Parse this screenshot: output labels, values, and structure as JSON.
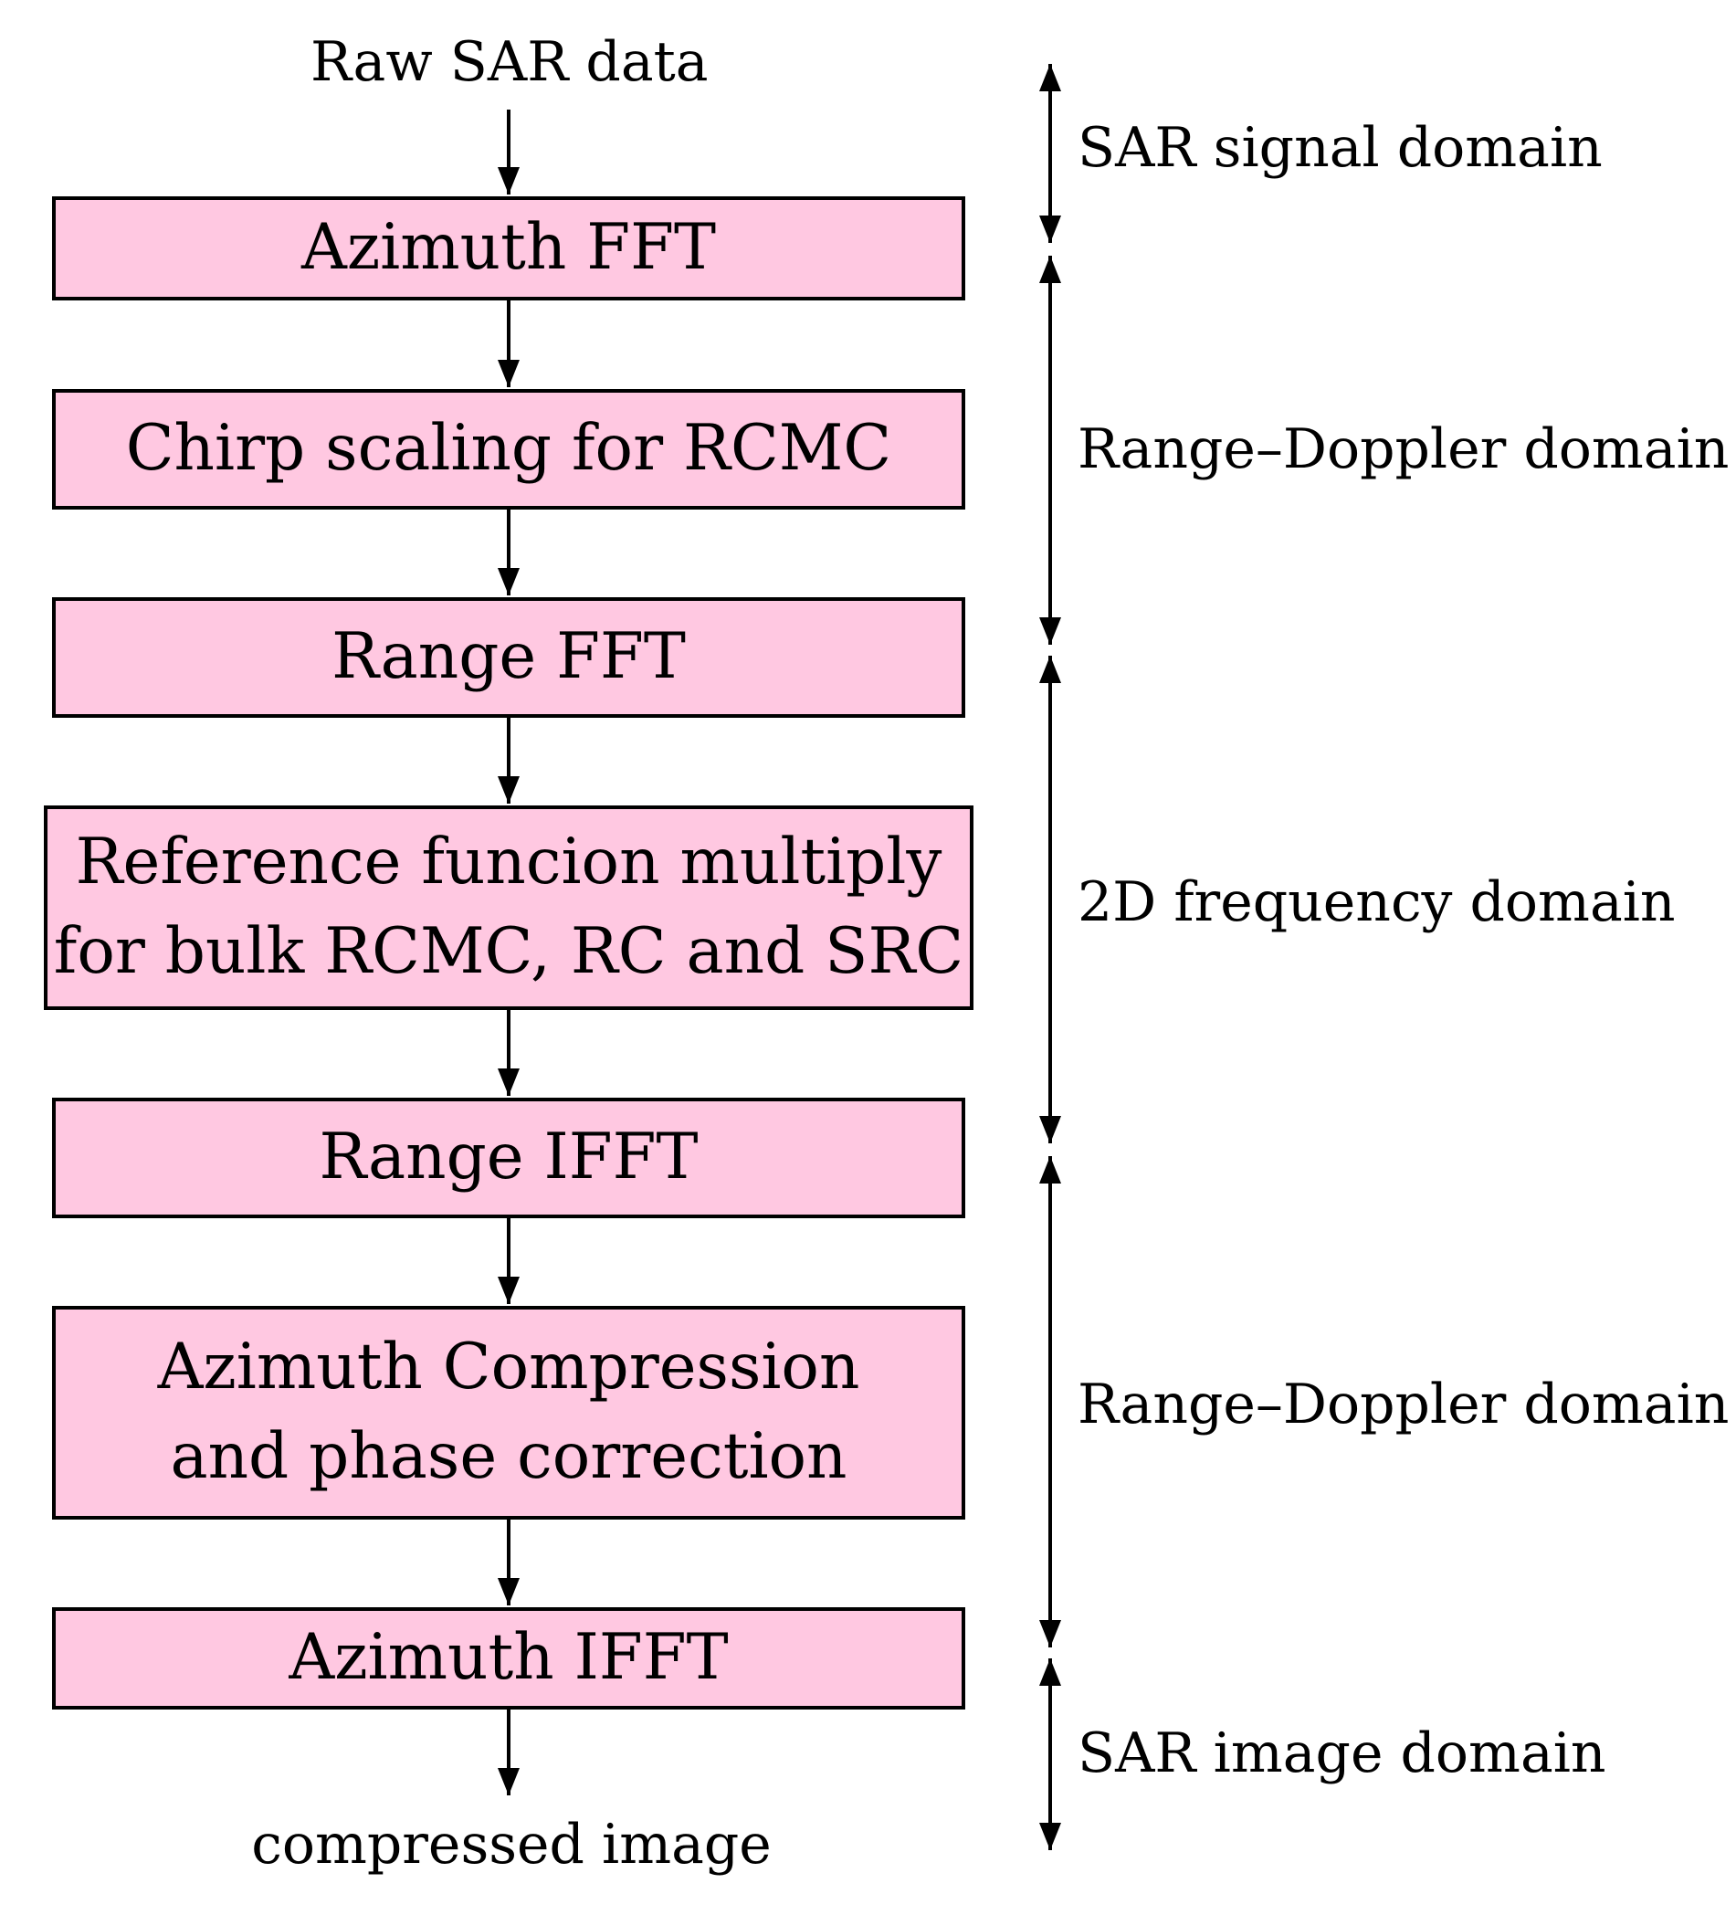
{
  "input_label": "Raw SAR data",
  "output_label": "compressed image",
  "colors": {
    "box_fill": "#ffc8e1",
    "line": "#000000"
  },
  "steps": [
    {
      "label": "Azimuth FFT"
    },
    {
      "label": "Chirp scaling for RCMC"
    },
    {
      "label": "Range FFT"
    },
    {
      "label": "Reference funcion multiply\nfor bulk RCMC, RC and SRC"
    },
    {
      "label": "Range IFFT"
    },
    {
      "label": "Azimuth Compression\nand phase correction"
    },
    {
      "label": "Azimuth IFFT"
    }
  ],
  "domains": [
    {
      "label": "SAR signal domain"
    },
    {
      "label": "Range–Doppler domain"
    },
    {
      "label": "2D frequency domain"
    },
    {
      "label": "Range–Doppler domain"
    },
    {
      "label": "SAR image domain"
    }
  ]
}
